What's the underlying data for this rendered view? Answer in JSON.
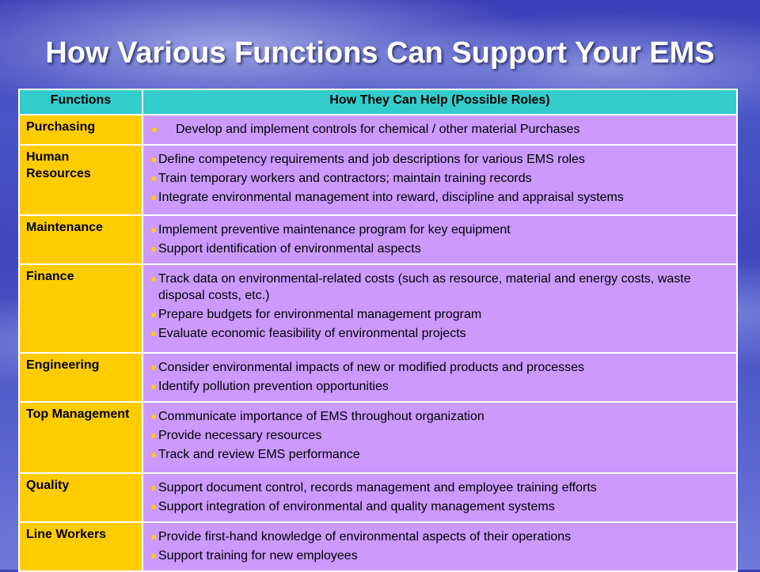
{
  "title": "How Various Functions Can Support Your EMS",
  "colors": {
    "header_bg": "#33cccc",
    "function_bg": "#ffcc00",
    "role_bg": "#cc99ff",
    "bullet": "#ffcc00"
  },
  "table": {
    "headers": [
      "Functions",
      "How They Can Help (Possible Roles)"
    ],
    "rows": [
      {
        "function": "Purchasing",
        "roles": [
          "Develop and implement controls for chemical / other material Purchases"
        ]
      },
      {
        "function": "Human Resources",
        "roles": [
          "Define competency requirements and job descriptions for various EMS roles",
          "Train temporary workers and contractors; maintain training records",
          "Integrate environmental management into reward, discipline and appraisal systems"
        ]
      },
      {
        "function": "Maintenance",
        "roles": [
          "Implement preventive maintenance program for key equipment",
          "Support identification of environmental aspects"
        ]
      },
      {
        "function": "Finance",
        "roles": [
          "Track data on environmental-related costs (such as resource, material and energy costs, waste disposal costs, etc.)",
          "Prepare budgets for environmental management program",
          "Evaluate economic feasibility of environmental projects"
        ]
      },
      {
        "function": "Engineering",
        "roles": [
          "Consider environmental impacts of new or modified products and processes",
          "Identify pollution prevention opportunities"
        ]
      },
      {
        "function": "Top Management",
        "roles": [
          "Communicate importance of EMS throughout organization",
          "Provide necessary resources",
          "Track and review EMS performance"
        ]
      },
      {
        "function": "Quality",
        "roles": [
          "Support document control, records management and employee training efforts",
          "Support integration of environmental and quality management systems"
        ]
      },
      {
        "function": "Line Workers",
        "roles": [
          "Provide first-hand knowledge of environmental aspects of their operations",
          "Support training for new employees"
        ]
      }
    ]
  }
}
